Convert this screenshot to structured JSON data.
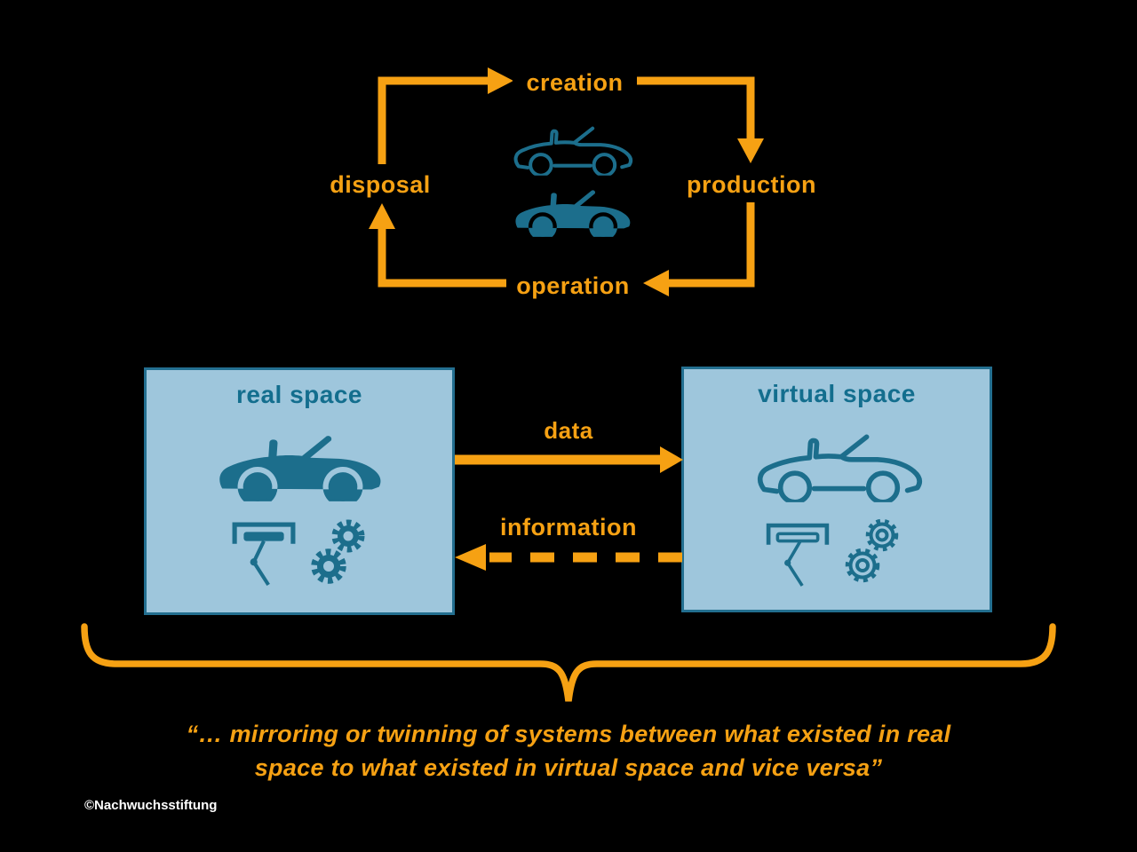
{
  "colors": {
    "background": "#000000",
    "orange": "#F6A113",
    "teal": "#1C6E8C",
    "teal_text": "#136E8E",
    "box_fill": "#9EC6DC",
    "box_border": "#236F90",
    "credit_white": "#FFFFFF"
  },
  "lifecycle_cycle": {
    "top_label": "creation",
    "right_label": "production",
    "bottom_label": "operation",
    "left_label": "disposal"
  },
  "spaces": {
    "real_title": "real space",
    "virtual_title": "virtual space"
  },
  "flows": {
    "data_label": "data",
    "information_label": "information"
  },
  "quote": {
    "line1": "“… mirroring or twinning of systems between what existed in real",
    "line2": "space to what existed in virtual space and vice versa”"
  },
  "credit": "©Nachwuchsstiftung",
  "icons": {
    "outlined_car": "convertible-car-outline-icon",
    "filled_car": "convertible-car-filled-icon",
    "robot_arm": "robot-arm-icon",
    "gears": "gears-icon",
    "arrows": "orange-flow-arrows",
    "brace": "curly-brace"
  }
}
